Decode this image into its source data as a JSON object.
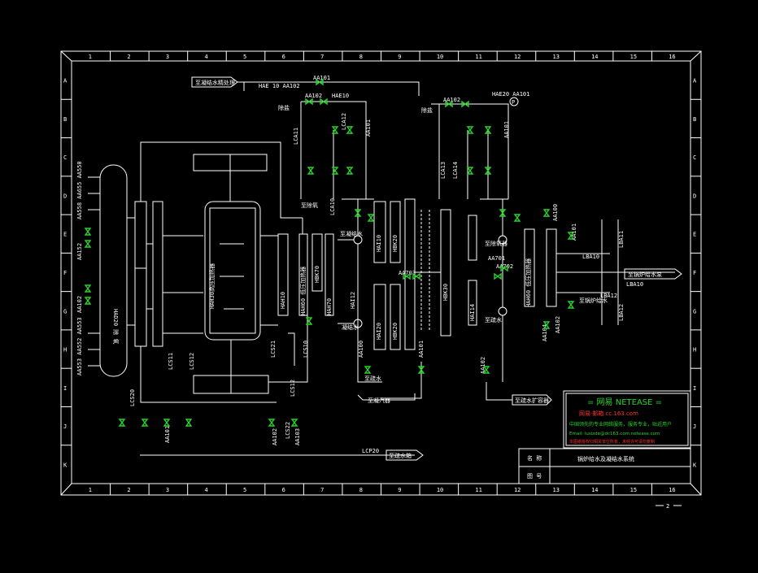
{
  "colors": {
    "background": "#000000",
    "lines": "#ffffff",
    "valves": "#27d52b",
    "stamp_red": "#ff3030"
  },
  "grid": {
    "columns": [
      "1",
      "2",
      "3",
      "4",
      "5",
      "6",
      "7",
      "8",
      "9",
      "10",
      "11",
      "12",
      "13",
      "14",
      "15",
      "16"
    ],
    "rows": [
      "A",
      "B",
      "C",
      "D",
      "E",
      "F",
      "G",
      "H",
      "I",
      "J",
      "K"
    ]
  },
  "page_number": "2",
  "watermark": {
    "line1": "= 网易 NETEASE =",
    "line2": "网易·邮箱  cc.163.com",
    "line3": "中国领先的专业网络服务，服务专业，贴近用户",
    "line4": "Email: lusizde@dc163.com.netease.com",
    "line5": "本图纸版权归相关单位所有，未经许可请勿复制"
  },
  "title_block": {
    "name_label": "名 称",
    "name_value": "锅炉给水及凝结水系统",
    "drawing_no_label": "图 号"
  },
  "equipment": {
    "deaerator": "HAD20 除 氧",
    "hah30": "HAH30高压加热器",
    "hah70": "HAH70",
    "hah10": "HAH10",
    "hah60": "HAH60 低压加热器",
    "hbk70": "HBK70",
    "hbk20_upper": "HBK20",
    "hbk20_lower": "HBK20",
    "hbk30": "HBK30",
    "hai10": "HAI10",
    "hai20": "HAI20",
    "hai12": "HAI12",
    "hai14": "HAI14",
    "lba11": "LBA11",
    "lba12": "LBA12",
    "lba10": "LBA10",
    "lca10": "LCA10",
    "lca11": "LCA11",
    "lca12": "LCA12",
    "lca13": "LCA13",
    "lca14": "LCA14",
    "lcs11": "LCS11",
    "lcs12": "LCS12",
    "lcs20": "LCS20",
    "lcs21": "LCS21",
    "lcs22": "LCS22",
    "hae10": "HAE10",
    "hae20": "HAE20",
    "pump_p": "P"
  },
  "labels": {
    "top_arrow": "至凝结水精处理",
    "top_pipe": "HAE 10 AA102",
    "aa101_top": "AA101",
    "aa102_a": "AA102",
    "aa102_b": "AA102",
    "aa101_b": "AA101",
    "aa101_c": "AA101",
    "water_a": "除盐",
    "water_b": "除盐",
    "hae10_label": "HAE10",
    "hae20_label": "HAE20 AA101",
    "lca11_tag": "LCA11",
    "lca13_tag": "LCA13",
    "lca14_tag": "LCA14",
    "left_tags_top": "AA558 AA655 AA550",
    "left_tags_bottom": "AA553 AA552 AA553",
    "aa152": "AA152",
    "aa102_left": "AA102",
    "lba12_out_a": "LBA12",
    "lba12_out_b": "至锅炉给水",
    "output_right": "至锅炉给水泵",
    "output_lba10": "LBA10",
    "aa100_r": "AA100",
    "aa102_r": "AA102",
    "aa101_r": "AA101",
    "aa104_r": "AA104",
    "mid_inlet": "至凝结水",
    "mid_inlet2": "凝结水",
    "bottom_arrow_left": "至凝汽器",
    "bottom_arrow_right": "至疏水扩容器",
    "bottom_pipe": "LCP20",
    "bottom_main": "至疏水箱",
    "lcs10": "LCS10",
    "aa101_btm": "AA101",
    "aa102_btm": "AA102",
    "aa103_btm": "AA103",
    "drain_a": "至疏水",
    "drain_b": "至疏水",
    "aa101_m": "AA101",
    "aa100_m": "AA100",
    "aa102_m": "AA102",
    "aa701": "AA701",
    "aa702": "AA702",
    "aa703": "AA703",
    "lcs12_tag": "LCS12",
    "vent_a": "至除氧",
    "vent_b": "至除氧器"
  }
}
